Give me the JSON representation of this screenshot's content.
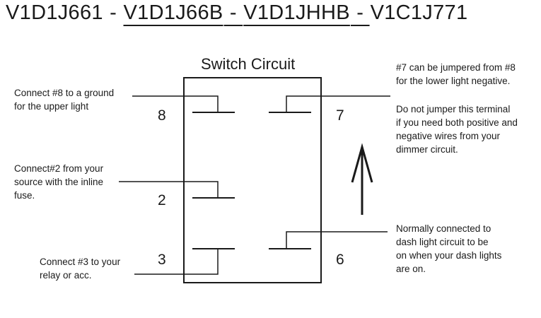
{
  "header": {
    "parts": [
      "V1D1J661",
      "V1D1J66B",
      "V1D1JHHB",
      "V1C1J771"
    ],
    "separator": " - "
  },
  "diagram": {
    "title": "Switch Circuit",
    "pins": {
      "p8": "8",
      "p7": "7",
      "p2": "2",
      "p3": "3",
      "p6": "6"
    },
    "notes": {
      "pin8": "Connect #8 to a ground\nfor the upper light",
      "pin2": "Connect#2 from your\nsource with the inline\nfuse.",
      "pin3": "Connect #3 to your\nrelay or acc.",
      "pin7_a": "#7 can be jumpered from #8\nfor the lower light negative.",
      "pin7_b": "Do not jumper this terminal\nif you need both positive and\nnegative wires from your\ndimmer circuit.",
      "pin6": "Normally connected to\ndash light circuit to be\non when your dash lights\nare on."
    },
    "arrow": "up-arrow"
  }
}
